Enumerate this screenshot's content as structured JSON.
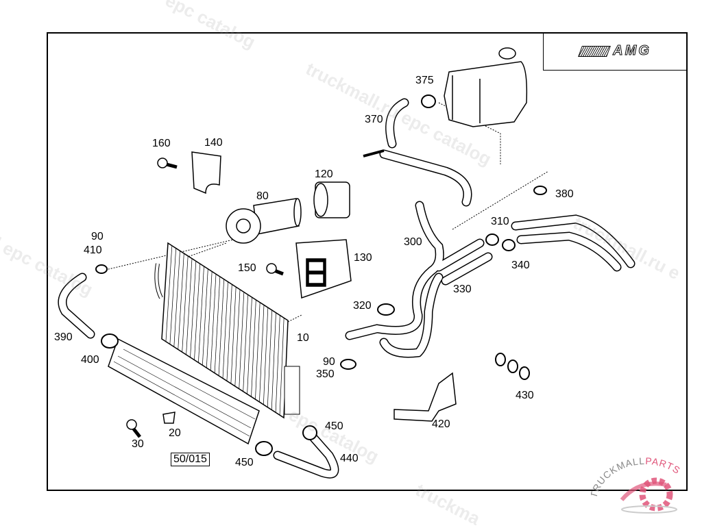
{
  "brand_logo": "AMG",
  "labels": {
    "p375": "375",
    "p370": "370",
    "p160": "160",
    "p140": "140",
    "p120": "120",
    "p80": "80",
    "p380": "380",
    "p310": "310",
    "p90a": "90",
    "p410": "410",
    "p300": "300",
    "p340": "340",
    "p150": "150",
    "p130": "130",
    "p330": "330",
    "p320": "320",
    "p10": "10",
    "p390": "390",
    "p400": "400",
    "p90b": "90",
    "p350": "350",
    "p430": "430",
    "p420": "420",
    "p450a": "450",
    "p20": "20",
    "p30": "30",
    "p50": "50/015",
    "p440": "440",
    "p450b": "450"
  },
  "watermarks": {
    "w1": "epc catalog",
    "w2": "truckmall.ru epc catalog",
    "w3": "l epc catalog",
    "w4": "truckmall.ru e",
    "w5": "epc catalog",
    "w6": "truckma"
  },
  "corner_logo": "TRUCKMALLPARTS",
  "colors": {
    "logo_pink": "#e0557a",
    "line": "#000000",
    "watermark": "#969696"
  }
}
